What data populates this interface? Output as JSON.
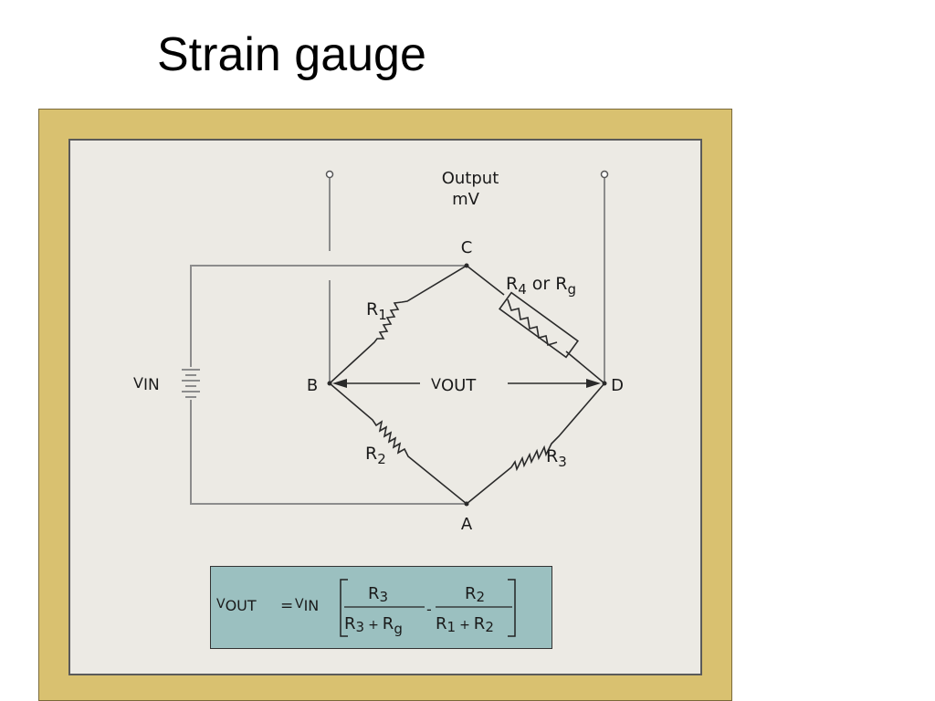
{
  "title": "Strain gauge",
  "colors": {
    "frame": "#d9c170",
    "panel": "#eceae4",
    "formula_bg": "#9bc0c0",
    "wire": "#8c8c8c",
    "line": "#2a2a2a"
  },
  "diagram": {
    "output_label_line1": "Output",
    "output_label_line2": "mV",
    "node_c": "C",
    "node_b": "B",
    "node_d": "D",
    "node_a": "A",
    "r1": {
      "base": "R",
      "sub": "1"
    },
    "r2": {
      "base": "R",
      "sub": "2"
    },
    "r3": {
      "base": "R",
      "sub": "3"
    },
    "r4": {
      "base": "R",
      "sub": "4",
      "mid": " or ",
      "base2": "R",
      "sub2": "g"
    },
    "vin": {
      "base": "V",
      "sub": "IN"
    },
    "vout": {
      "base": "V",
      "sub": "OUT"
    }
  },
  "formula": {
    "lhs_base": "V",
    "lhs_sub": "OUT",
    "equals": "=",
    "vin_base": "V",
    "vin_sub": "IN",
    "frac1_num_base": "R",
    "frac1_num_sub": "3",
    "frac1_den_base1": "R",
    "frac1_den_sub1": "3",
    "frac1_den_plus": "+",
    "frac1_den_base2": "R",
    "frac1_den_sub2": "g",
    "minus": "-",
    "frac2_num_base": "R",
    "frac2_num_sub": "2",
    "frac2_den_base1": "R",
    "frac2_den_sub1": "1",
    "frac2_den_plus": "+",
    "frac2_den_base2": "R",
    "frac2_den_sub2": "2"
  }
}
